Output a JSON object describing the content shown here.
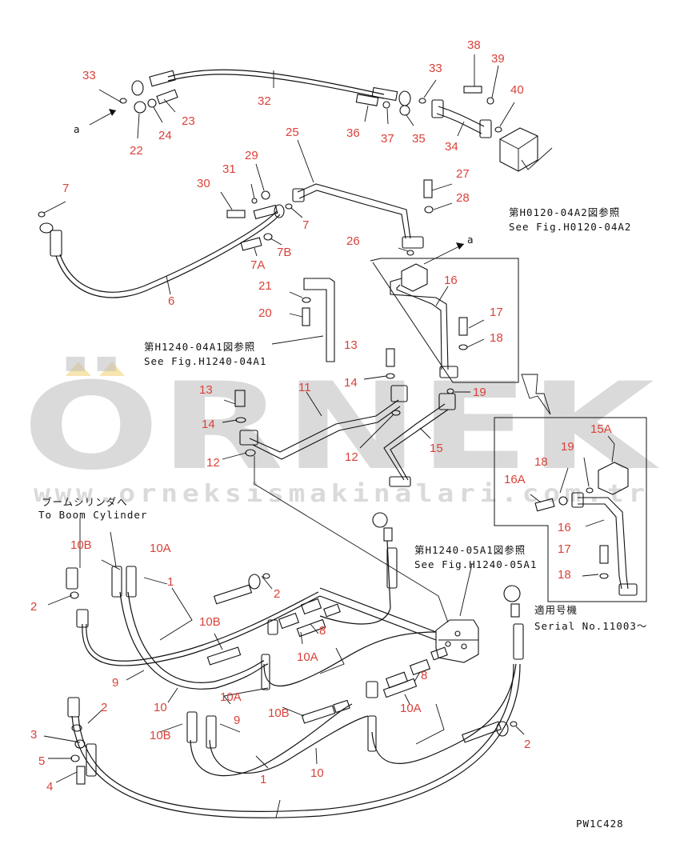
{
  "callouts": [
    {
      "id": "c38",
      "text": "38"
    },
    {
      "id": "c39",
      "text": "39"
    },
    {
      "id": "c33a",
      "text": "33"
    },
    {
      "id": "c33b",
      "text": "33"
    },
    {
      "id": "c32",
      "text": "32"
    },
    {
      "id": "c40",
      "text": "40"
    },
    {
      "id": "c23",
      "text": "23"
    },
    {
      "id": "c24",
      "text": "24"
    },
    {
      "id": "c22",
      "text": "22"
    },
    {
      "id": "c36",
      "text": "36"
    },
    {
      "id": "c37",
      "text": "37"
    },
    {
      "id": "c35",
      "text": "35"
    },
    {
      "id": "c34",
      "text": "34"
    },
    {
      "id": "c25",
      "text": "25"
    },
    {
      "id": "c29",
      "text": "29"
    },
    {
      "id": "c31",
      "text": "31"
    },
    {
      "id": "c30",
      "text": "30"
    },
    {
      "id": "c27",
      "text": "27"
    },
    {
      "id": "c28",
      "text": "28"
    },
    {
      "id": "c7a",
      "text": "7"
    },
    {
      "id": "c7b",
      "text": "7"
    },
    {
      "id": "c7B",
      "text": "7B"
    },
    {
      "id": "c7A",
      "text": "7A"
    },
    {
      "id": "c6",
      "text": "6"
    },
    {
      "id": "c26",
      "text": "26"
    },
    {
      "id": "c16a",
      "text": "16"
    },
    {
      "id": "c21",
      "text": "21"
    },
    {
      "id": "c20",
      "text": "20"
    },
    {
      "id": "c17a",
      "text": "17"
    },
    {
      "id": "c18a",
      "text": "18"
    },
    {
      "id": "c13a",
      "text": "13"
    },
    {
      "id": "c14a",
      "text": "14"
    },
    {
      "id": "c13b",
      "text": "13"
    },
    {
      "id": "c11",
      "text": "11"
    },
    {
      "id": "c19a",
      "text": "19"
    },
    {
      "id": "c14b",
      "text": "14"
    },
    {
      "id": "c12a",
      "text": "12"
    },
    {
      "id": "c12b",
      "text": "12"
    },
    {
      "id": "c15",
      "text": "15"
    },
    {
      "id": "c15A",
      "text": "15A"
    },
    {
      "id": "c19b",
      "text": "19"
    },
    {
      "id": "c18b",
      "text": "18"
    },
    {
      "id": "c16A",
      "text": "16A"
    },
    {
      "id": "c16b",
      "text": "16"
    },
    {
      "id": "c17b",
      "text": "17"
    },
    {
      "id": "c18c",
      "text": "18"
    },
    {
      "id": "c10B_a",
      "text": "10B"
    },
    {
      "id": "c10A_a",
      "text": "10A"
    },
    {
      "id": "c1a",
      "text": "1"
    },
    {
      "id": "c2a",
      "text": "2"
    },
    {
      "id": "c2b",
      "text": "2"
    },
    {
      "id": "c10B_b",
      "text": "10B"
    },
    {
      "id": "c8a",
      "text": "8"
    },
    {
      "id": "c10A_b",
      "text": "10A"
    },
    {
      "id": "c9a",
      "text": "9"
    },
    {
      "id": "c10a",
      "text": "10"
    },
    {
      "id": "c8b",
      "text": "8"
    },
    {
      "id": "c10A_c",
      "text": "10A"
    },
    {
      "id": "c10B_c",
      "text": "10B"
    },
    {
      "id": "c2c",
      "text": "2"
    },
    {
      "id": "c3",
      "text": "3"
    },
    {
      "id": "c10B_d",
      "text": "10B"
    },
    {
      "id": "c9b",
      "text": "9"
    },
    {
      "id": "c10A_d",
      "text": "10A"
    },
    {
      "id": "c5",
      "text": "5"
    },
    {
      "id": "c4",
      "text": "4"
    },
    {
      "id": "c1b",
      "text": "1"
    },
    {
      "id": "c10b",
      "text": "10"
    },
    {
      "id": "c2d",
      "text": "2"
    }
  ],
  "view_markers": {
    "a1": "a",
    "a2": "a"
  },
  "notes": {
    "ref_h0120_jp": "第H0120-04A2図参照",
    "ref_h0120_en": "See Fig.H0120-04A2",
    "ref_h1240_04_jp": "第H1240-04A1図参照",
    "ref_h1240_04_en": "See Fig.H1240-04A1",
    "ref_h1240_05_jp": "第H1240-05A1図参照",
    "ref_h1240_05_en": "See Fig.H1240-05A1",
    "boom_jp": "ブームシリンダへ",
    "boom_en": "To Boom Cylinder",
    "serial_jp": "適用号機",
    "serial_en": "Serial No.11003～",
    "drawing_code": "PW1C428"
  },
  "watermark": {
    "brand": "ÖRNEK",
    "url": "www.orneksismakinalari.com.tr"
  },
  "colors": {
    "callout": "#d9423a",
    "line": "#111111",
    "watermark": "#bdbdbd",
    "watermark_accent": "#f2d37a"
  }
}
